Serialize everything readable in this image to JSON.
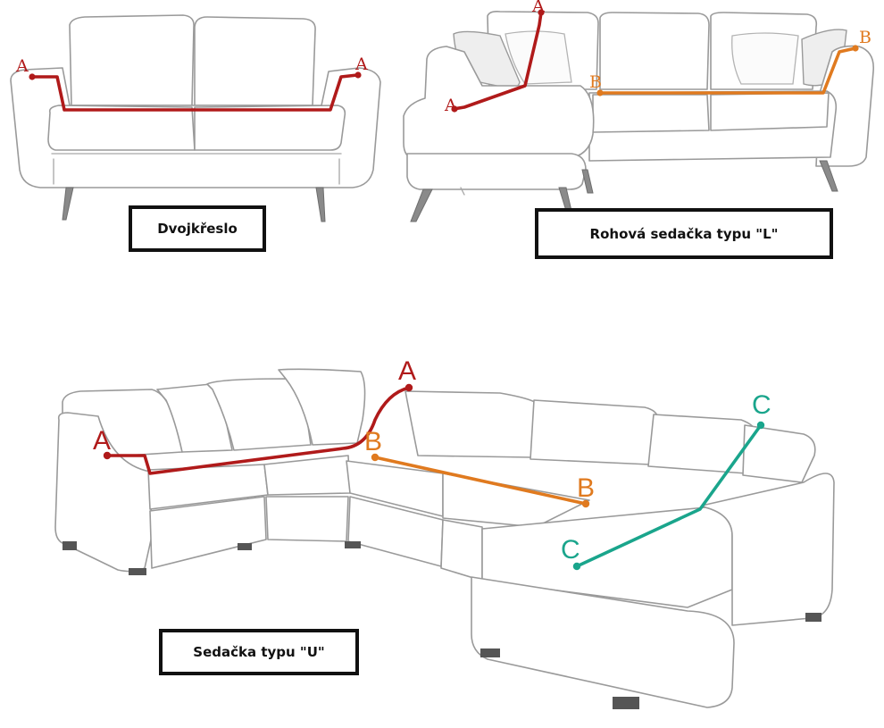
{
  "captions": {
    "loveseat": "Dvojkřeslo",
    "l_corner": "Rohová sedačka typu \"L\"",
    "u_sofa": "Sedačka typu \"U\""
  },
  "points": {
    "a": "A",
    "b": "B",
    "c": "C"
  },
  "colors": {
    "a": "#b01a1a",
    "b": "#e07a1f",
    "c": "#1aa58c"
  }
}
